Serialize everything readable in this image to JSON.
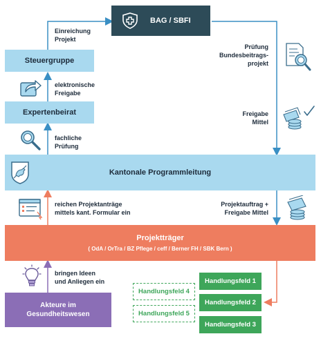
{
  "boxes": {
    "bag": "BAG / SBFI",
    "steuergruppe": "Steuergruppe",
    "expertenbeirat": "Expertenbeirat",
    "kantonal": "Kantonale Programmleitung",
    "projekttraeger_title": "Projektträger",
    "projekttraeger_sub": "( OdA / OrTra / BZ Pflege / ceff / Berner FH / SBK Bern )",
    "akteure_line1": "Akteure im",
    "akteure_line2": "Gesundheitswesen"
  },
  "labels": {
    "einreichung_1": "Einreichung",
    "einreichung_2": "Projekt",
    "elektronische_1": "elektronische",
    "elektronische_2": "Freigabe",
    "fachliche_1": "fachliche",
    "fachliche_2": "Prüfung",
    "reichen_1": "reichen Projektanträge",
    "reichen_2": "mittels kant. Formular ein",
    "bringen_1": "bringen Ideen",
    "bringen_2": "und Anliegen ein",
    "pruefung_1": "Prüfung",
    "pruefung_2": "Bundesbeitrags-",
    "pruefung_3": "projekt",
    "freigabe_1": "Freigabe",
    "freigabe_2": "Mittel",
    "projektauftrag_1": "Projektauftrag +",
    "projektauftrag_2": "Freigabe Mittel"
  },
  "handlungsfelder": {
    "hf1": "Handlungsfeld 1",
    "hf2": "Handlungsfeld 2",
    "hf3": "Handlungsfeld 3",
    "hf4": "Handlungsfeld 4",
    "hf5": "Handlungsfeld 5"
  },
  "colors": {
    "dark_teal": "#2d4b58",
    "light_blue": "#a9d9ef",
    "arrow_blue": "#3a8fc4",
    "orange": "#ee7d5f",
    "purple": "#8b6eb6",
    "green": "#3ea65a"
  },
  "icons": [
    "shield-cross-icon",
    "share-icon",
    "magnifier-icon",
    "bear-coat-of-arms-icon",
    "form-icon",
    "lightbulb-icon",
    "document-search-icon",
    "coins-check-icon",
    "money-stack-icon"
  ]
}
